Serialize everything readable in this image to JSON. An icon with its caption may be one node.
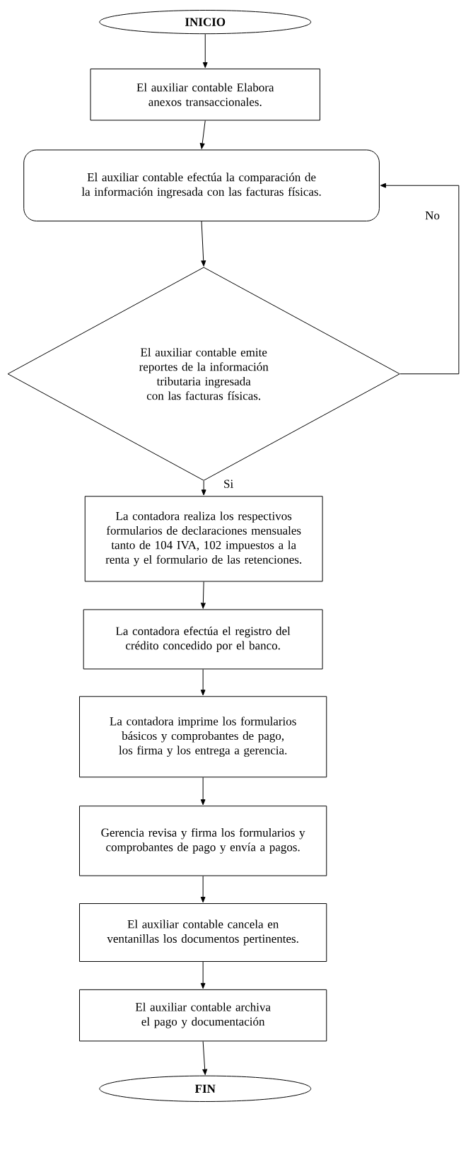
{
  "diagram": {
    "nodes": [
      {
        "text": [
          "INICIO"
        ]
      },
      {
        "text": [
          "El auxiliar contable Elabora anexos transaccionales."
        ]
      },
      {
        "text": [
          "El auxiliar contable efectúa la comparación de la información ingresada con las facturas físicas."
        ]
      },
      {
        "text": [
          "El auxiliar contable emite reportes de la información tributaria ingresada con las facturas físicas."
        ]
      },
      {
        "text": [
          "La contadora realiza los respectivos formularios de declaraciones mensuales tanto de 104 IVA, 102 impuestos a la renta y el formulario de las retenciones."
        ]
      },
      {
        "text": [
          "La contadora efectúa el registro del crédito concedido por el banco."
        ]
      },
      {
        "text": [
          "La contadora imprime los formularios básicos y comprobantes de pago, los firma y los entrega a gerencia."
        ]
      },
      {
        "text": [
          "Gerencia revisa y firma los formularios y comprobantes de pago y envía a pagos."
        ]
      },
      {
        "text": [
          "El auxiliar contable cancela en ventanillas los documentos pertinentes."
        ]
      },
      {
        "text": [
          "El auxiliar contable archiva el pago y documentación"
        ]
      },
      {
        "text": [
          "FIN"
        ]
      }
    ],
    "edges": [
      {
        "from": 0,
        "to": 1,
        "arrow": "to"
      },
      {
        "from": 1,
        "to": 2,
        "arrow": "to"
      },
      {
        "from": 2,
        "to": 3,
        "arrow": "to"
      },
      {
        "from": 3,
        "to": 4,
        "arrow": "to",
        "label": "Si"
      },
      {
        "from": 3,
        "to": 2,
        "arrow": "to",
        "label": "No"
      },
      {
        "from": 4,
        "to": 5,
        "arrow": "to"
      },
      {
        "from": 5,
        "to": 6,
        "arrow": "to"
      },
      {
        "from": 6,
        "to": 7,
        "arrow": "to"
      },
      {
        "from": 7,
        "to": 8,
        "arrow": "to"
      },
      {
        "from": 8,
        "to": 9,
        "arrow": "to"
      },
      {
        "from": 9,
        "to": 10,
        "arrow": "to"
      }
    ]
  }
}
